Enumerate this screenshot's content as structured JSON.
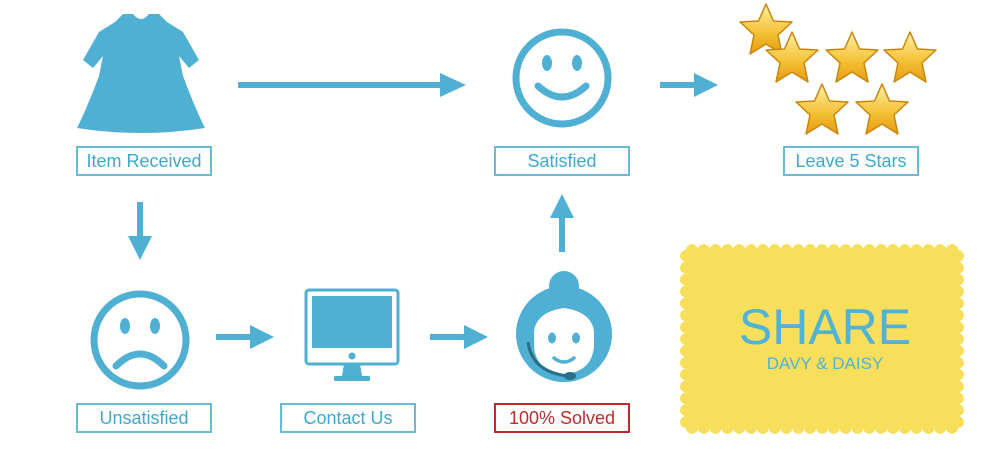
{
  "nodes": {
    "item_received": "Item Received",
    "satisfied": "Satisfied",
    "leave_stars": "Leave 5 Stars",
    "unsatisfied": "Unsatisfied",
    "contact_us": "Contact Us",
    "solved": "100% Solved"
  },
  "stamp": {
    "title": "SHARE",
    "subtitle": "DAVY & DAISY"
  },
  "colors": {
    "icon_blue": "#4fb0d4",
    "label_blue": "#3ea8d0",
    "solved_red": "#c0292e",
    "stamp_yellow": "#f7df5c",
    "star_gold": "#f2b824"
  },
  "icons": [
    "dress-icon",
    "happy-face-icon",
    "stars-icon",
    "sad-face-icon",
    "computer-monitor-icon",
    "support-agent-icon",
    "share-stamp"
  ]
}
